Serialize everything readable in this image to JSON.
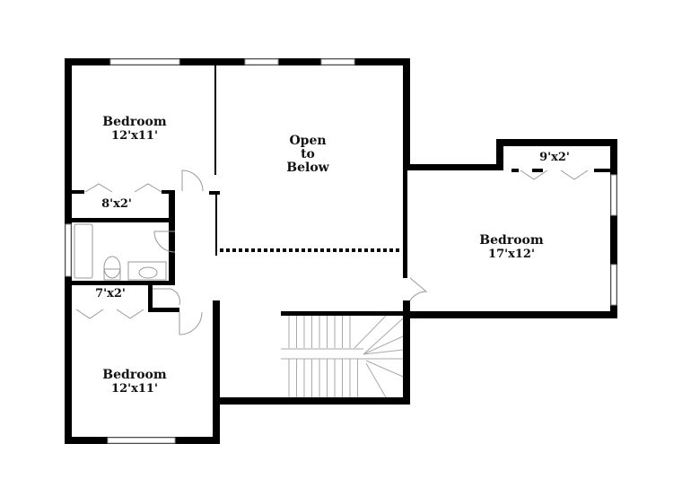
{
  "rooms": [
    {
      "name": "Bedroom",
      "dimensions": "12'x11'"
    },
    {
      "name": "Open\nto\nBelow",
      "lines": [
        "Open",
        "to",
        "Below"
      ]
    },
    {
      "name": "",
      "dimensions": "8'x2'"
    },
    {
      "name": "",
      "dimensions": "9'x2'"
    },
    {
      "name": "Bedroom",
      "dimensions": "17'x12'"
    },
    {
      "name": "",
      "dimensions": "7'x2'"
    },
    {
      "name": "Bedroom",
      "dimensions": "12'x11'"
    }
  ],
  "colors": {
    "wall": "#000000",
    "fixture": "#888888",
    "background": "#ffffff"
  }
}
